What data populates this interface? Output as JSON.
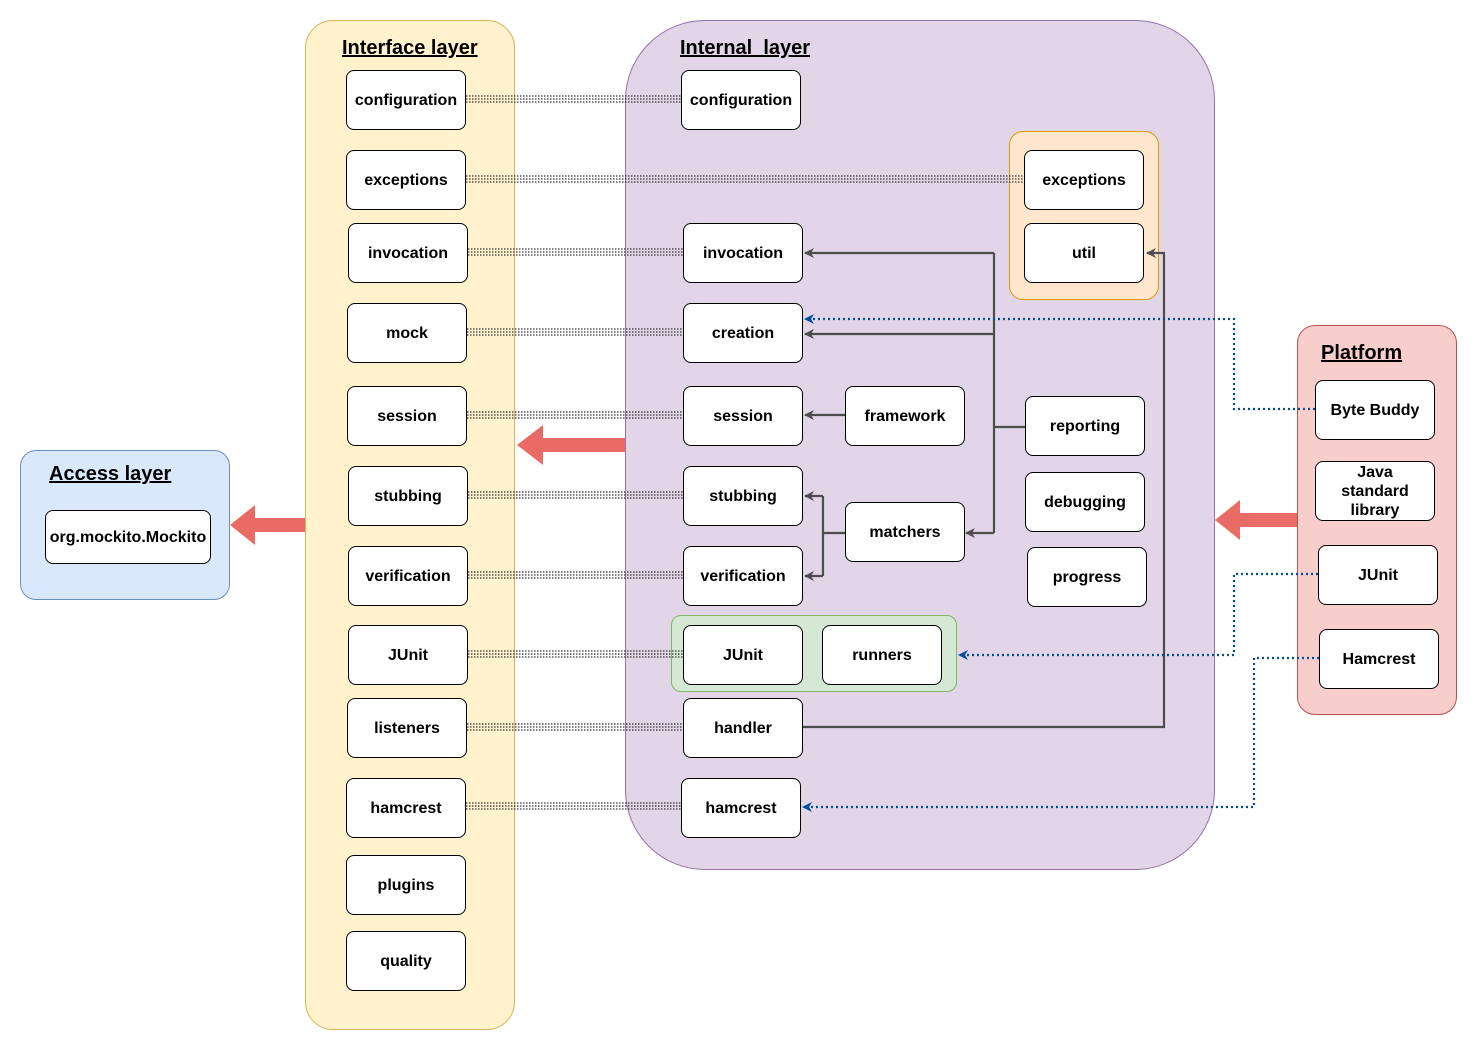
{
  "colors": {
    "interface_fill": "#fff2cc",
    "interface_stroke": "#d6b656",
    "internal_fill": "#e1d5e7",
    "internal_stroke": "#9673a6",
    "access_fill": "#dae8fc",
    "access_stroke": "#6c8ebf",
    "platform_fill": "#f8cecc",
    "platform_stroke": "#b85450",
    "orange_fill": "#ffe6cc",
    "orange_stroke": "#d79b00",
    "green_fill": "#d5e8d4",
    "green_stroke": "#82b366",
    "arrow_red": "#ea6b66",
    "dep_gray": "#4d4d4d",
    "dep_blue": "#004c99"
  },
  "access_layer": {
    "title": "Access layer",
    "items": [
      "org.mockito.Mockito"
    ]
  },
  "interface_layer": {
    "title": "Interface layer",
    "items": [
      "configuration",
      "exceptions",
      "invocation",
      "mock",
      "session",
      "stubbing",
      "verification",
      "JUnit",
      "listeners",
      "hamcrest",
      "plugins",
      "quality"
    ]
  },
  "internal_layer": {
    "title": "Internal  layer",
    "items": {
      "configuration": "configuration",
      "exceptions": "exceptions",
      "util": "util",
      "invocation": "invocation",
      "creation": "creation",
      "session": "session",
      "framework": "framework",
      "reporting": "reporting",
      "stubbing": "stubbing",
      "matchers": "matchers",
      "debugging": "debugging",
      "verification": "verification",
      "progress": "progress",
      "junit": "JUnit",
      "runners": "runners",
      "handler": "handler",
      "hamcrest": "hamcrest"
    }
  },
  "platform": {
    "title": "Platform",
    "items": [
      "Byte Buddy",
      "Java standard library",
      "JUnit",
      "Hamcrest"
    ]
  }
}
